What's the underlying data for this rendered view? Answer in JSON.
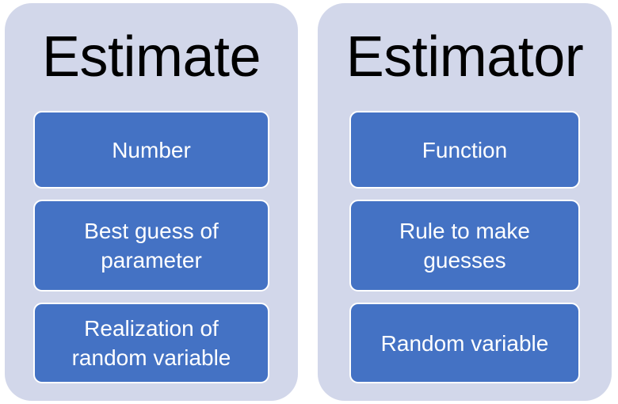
{
  "colors": {
    "panel_background": "#D2D7EA",
    "card_background": "#4472C4",
    "card_text": "#FFFFFF",
    "title_text": "#000000",
    "page_background": "#FFFFFF",
    "card_border": "#FFFFFF"
  },
  "panels": [
    {
      "title": "Estimate",
      "cards": [
        {
          "label": "Number"
        },
        {
          "label": "Best guess of\nparameter"
        },
        {
          "label": "Realization of\nrandom variable"
        }
      ]
    },
    {
      "title": "Estimator",
      "cards": [
        {
          "label": "Function"
        },
        {
          "label": "Rule to make\nguesses"
        },
        {
          "label": "Random variable"
        }
      ]
    }
  ]
}
